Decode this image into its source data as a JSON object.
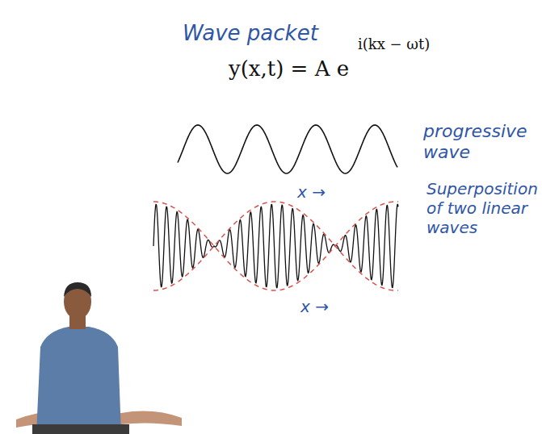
{
  "diagram": {
    "title": "Wave packet",
    "labels": [
      "y(x,t) = A e",
      "i(kx − ωt)",
      "progressive wave",
      "x →",
      "Superposition of two linear waves",
      "x →"
    ]
  }
}
